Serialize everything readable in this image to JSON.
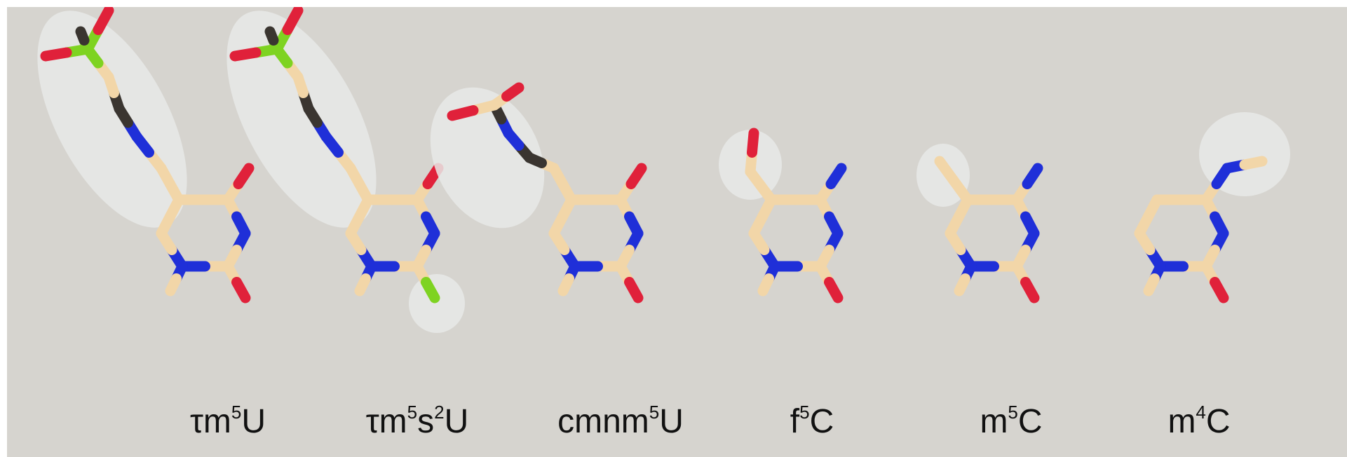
{
  "colors": {
    "background": "#d6d4cf",
    "halo": "#e8e9e8",
    "carbon": "#f2d6a8",
    "nitrogen": "#1f2fd8",
    "oxygen": "#e0213a",
    "sulfur": "#7ed321",
    "dark_carbon": "#3a3530"
  },
  "molecules": [
    {
      "name": "tau-m5U",
      "label": {
        "pre": "τm",
        "sup1": "5",
        "mid": "U",
        "sup2": "",
        "post": ""
      }
    },
    {
      "name": "tau-m5s2U",
      "label": {
        "pre": "τm",
        "sup1": "5",
        "mid": "s",
        "sup2": "2",
        "post": "U"
      }
    },
    {
      "name": "cmnm5U",
      "label": {
        "pre": "cmnm",
        "sup1": "5",
        "mid": "U",
        "sup2": "",
        "post": ""
      }
    },
    {
      "name": "f5C",
      "label": {
        "pre": "f",
        "sup1": "5",
        "mid": "C",
        "sup2": "",
        "post": ""
      }
    },
    {
      "name": "m5C",
      "label": {
        "pre": "m",
        "sup1": "5",
        "mid": "C",
        "sup2": "",
        "post": ""
      }
    },
    {
      "name": "m4C",
      "label": {
        "pre": "m",
        "sup1": "4",
        "mid": "C",
        "sup2": "",
        "post": ""
      }
    }
  ]
}
